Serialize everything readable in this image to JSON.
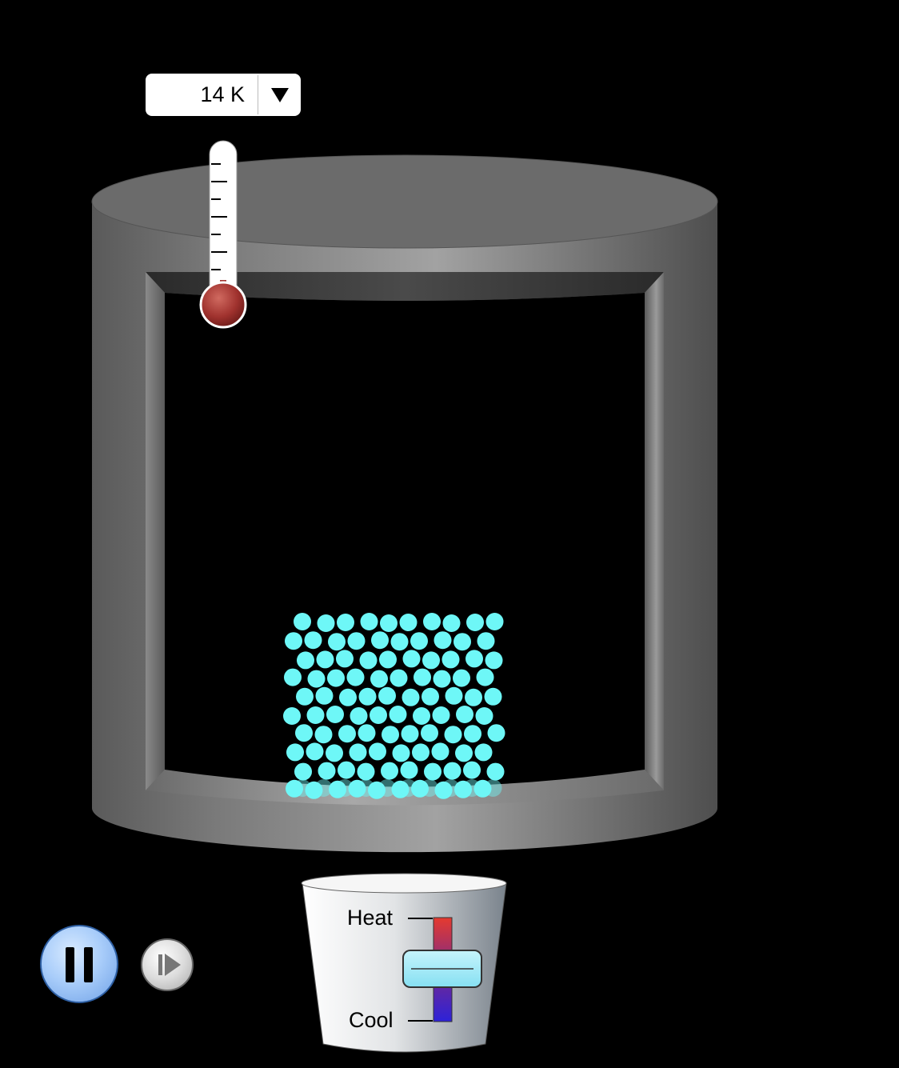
{
  "thermometer": {
    "value": "14 K",
    "toggle_icon": "triangle-down-icon"
  },
  "heater": {
    "heat_label": "Heat",
    "cool_label": "Cool",
    "level": 0
  },
  "controls": {
    "pause_icon": "pause-icon",
    "step_icon": "step-forward-icon"
  },
  "colors": {
    "particle": "#6ef7f7",
    "container": "#6b6b6b",
    "thermometer_bulb": "#a0322e",
    "pause_button": "#a9cdfa",
    "slider_knob": "#a9ecf9",
    "heat": "#e53a2f",
    "cool": "#2d22d8"
  }
}
